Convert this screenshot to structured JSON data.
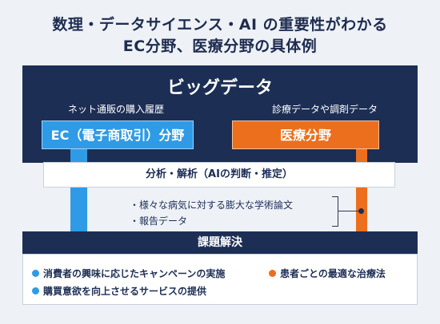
{
  "title": {
    "line1": "数理・データサイエンス・AI の重要性がわかる",
    "line2": "EC分野、医療分野の具体例"
  },
  "big_data": {
    "label": "ビッグデータ",
    "left_source": "ネット通販の購入履歴",
    "right_source": "診療データや調剤データ"
  },
  "fields": {
    "ec": "EC（電子商取引）分野",
    "medical": "医療分野"
  },
  "analysis": "分析・解析（AIの判断・推定）",
  "materials": [
    "・様々な病気に対する膨大な学術論文",
    "・報告データ"
  ],
  "issue_resolution": "課題解決",
  "results": {
    "ec": [
      "消費者の興味に応じたキャンペーンの実施",
      "購買意欲を向上させるサービスの提供"
    ],
    "medical": [
      "患者ごとの最適な治療法"
    ]
  },
  "colors": {
    "navy": "#1d2e55",
    "ec_blue": "#2f9be6",
    "medical_orange": "#ec6f1d",
    "background": "#eef2f6"
  }
}
